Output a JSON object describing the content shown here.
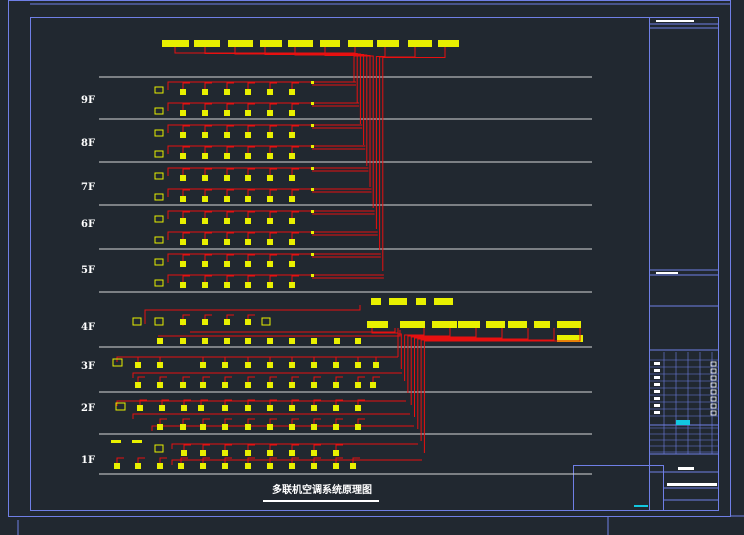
{
  "drawing": {
    "title": "多联机空调系统原理图",
    "floors": [
      "9F",
      "8F",
      "7F",
      "6F",
      "5F",
      "4F",
      "3F",
      "2F",
      "1F"
    ]
  },
  "colors": {
    "background": "#212830",
    "frame": "#6f7fe6",
    "floor_line": "#d8d8d8",
    "pipe": "#e81010",
    "unit": "#e8f000",
    "text": "#ffffff",
    "accent": "#12c8e0"
  }
}
